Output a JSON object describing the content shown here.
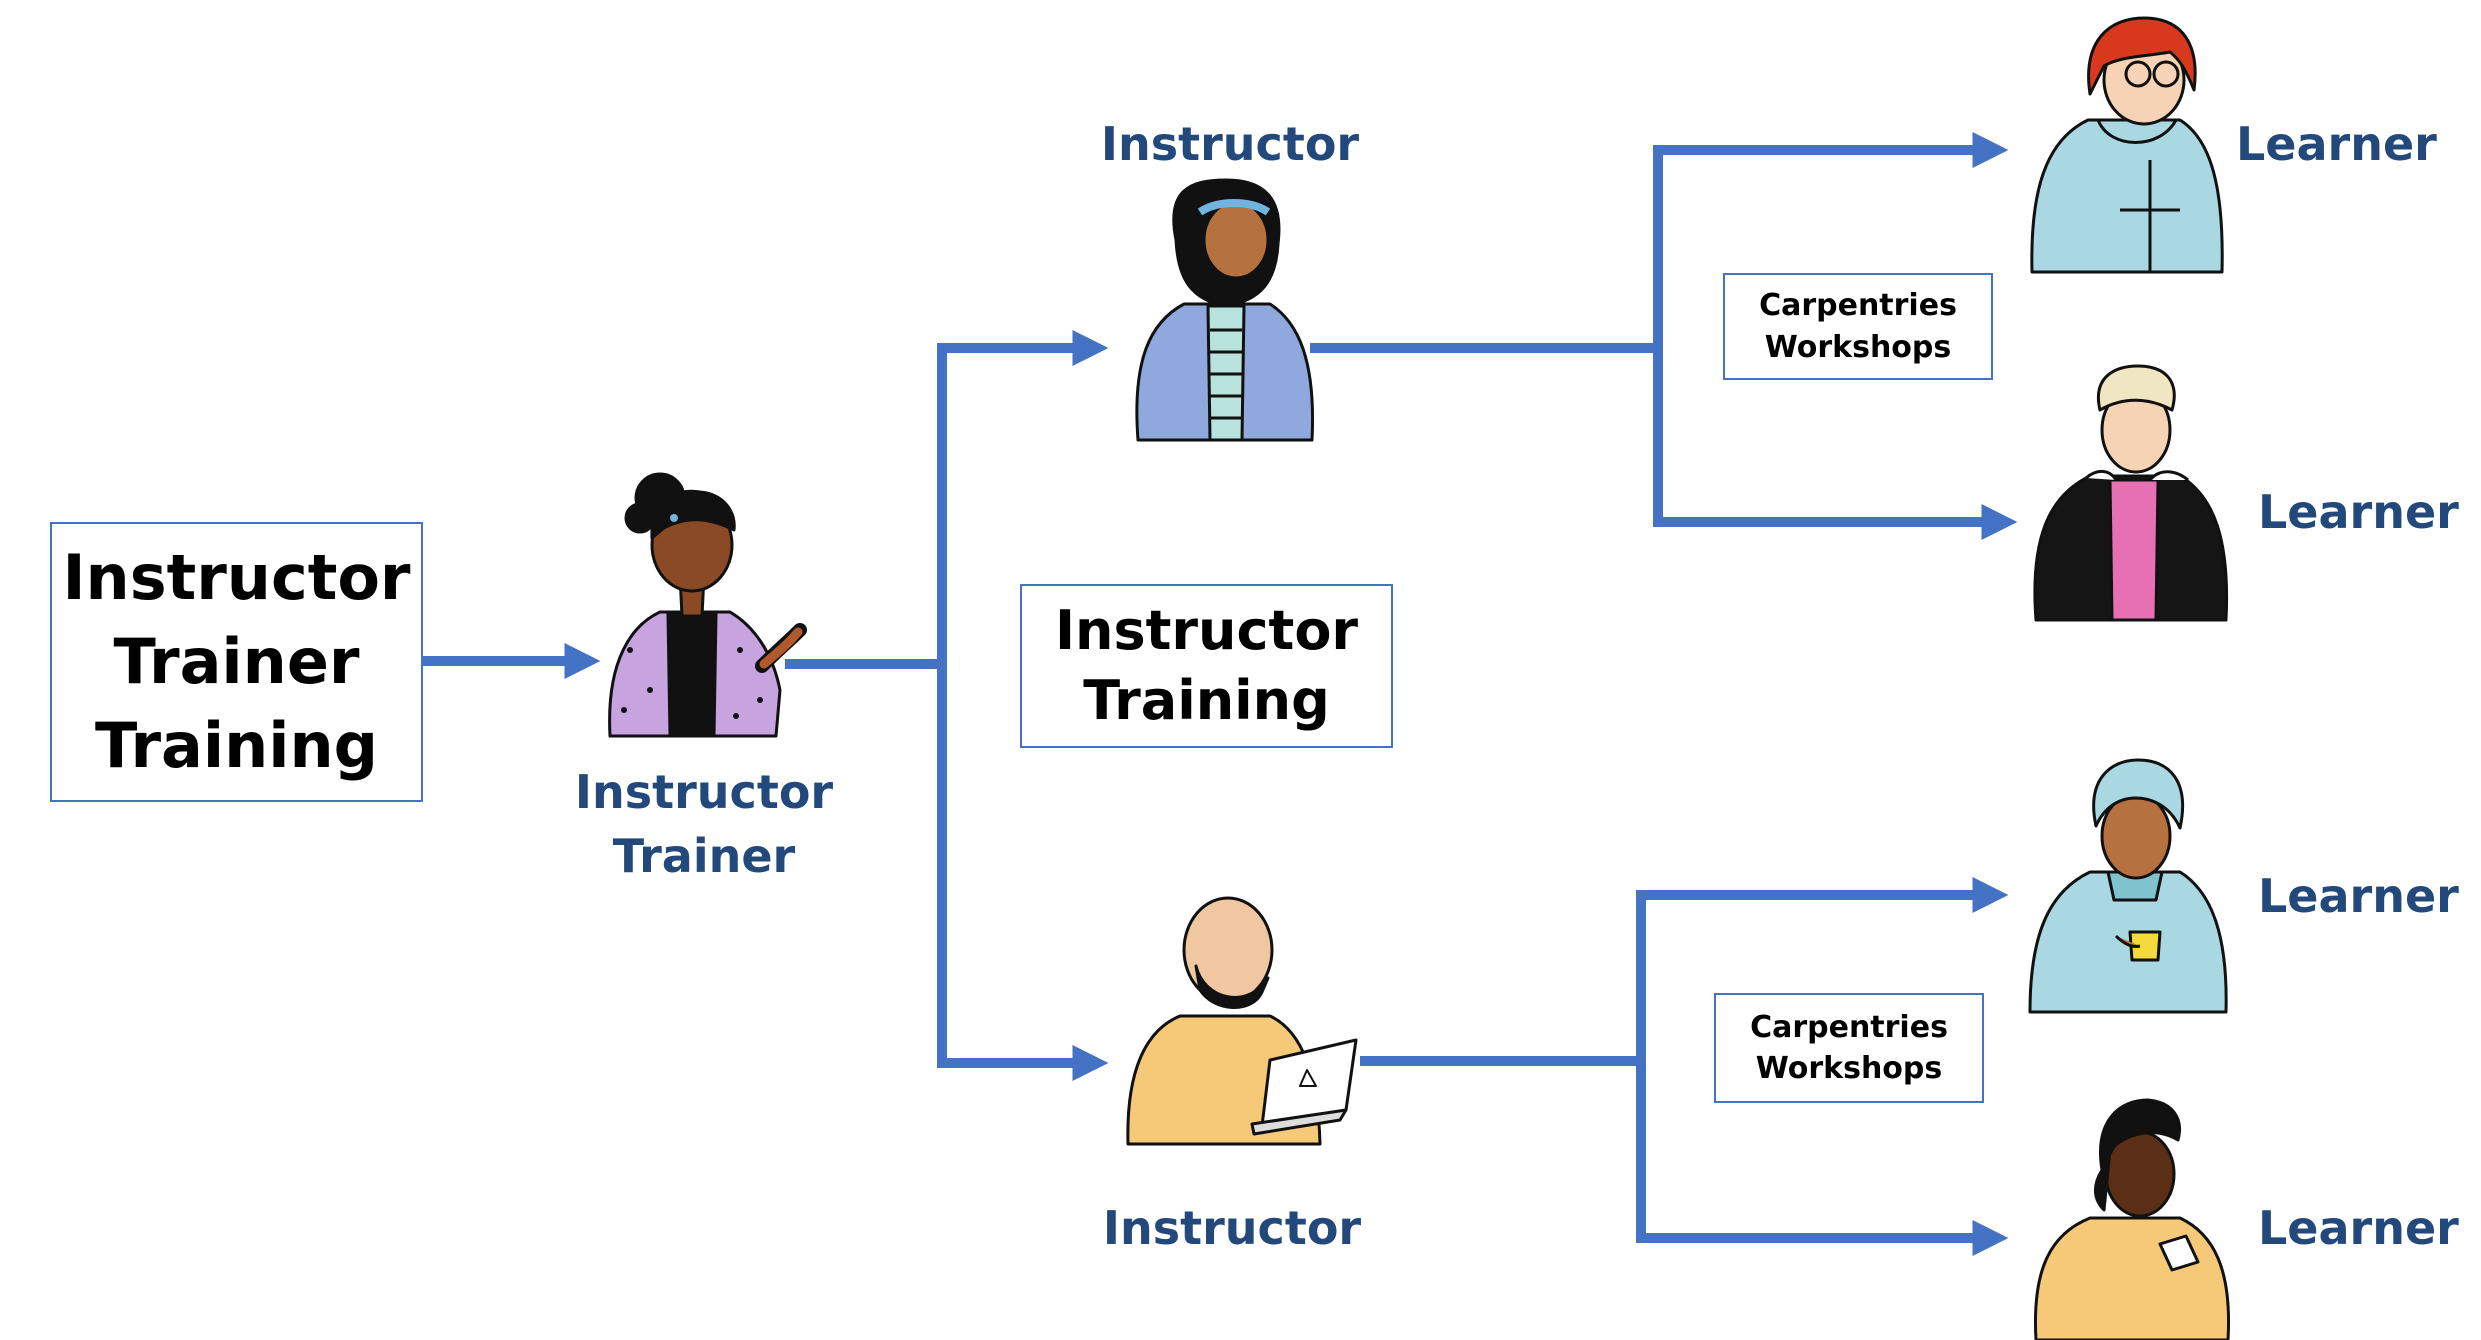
{
  "colors": {
    "arrow": "#4472c4",
    "label": "#23497c",
    "box_border": "#4472c4",
    "box_text": "#000000"
  },
  "boxes": {
    "trainer_training": [
      "Instructor",
      "Trainer",
      "Training"
    ],
    "instructor_training": [
      "Instructor",
      "Training"
    ],
    "workshops_top": [
      "Carpentries",
      "Workshops"
    ],
    "workshops_bottom": [
      "Carpentries",
      "Workshops"
    ]
  },
  "people": {
    "trainer": {
      "label": [
        "Instructor",
        "Trainer"
      ],
      "icon": "trainer-person-pointing-icon"
    },
    "instructor_top": {
      "label": "Instructor",
      "icon": "instructor-hijab-icon"
    },
    "instructor_bottom": {
      "label": "Instructor",
      "icon": "instructor-laptop-icon"
    },
    "learner_1": {
      "label": "Learner",
      "icon": "learner-hoodie-glasses-icon"
    },
    "learner_2": {
      "label": "Learner",
      "icon": "learner-jacket-icon"
    },
    "learner_3": {
      "label": "Learner",
      "icon": "learner-turban-mug-icon"
    },
    "learner_4": {
      "label": "Learner",
      "icon": "learner-braids-phone-icon"
    }
  }
}
